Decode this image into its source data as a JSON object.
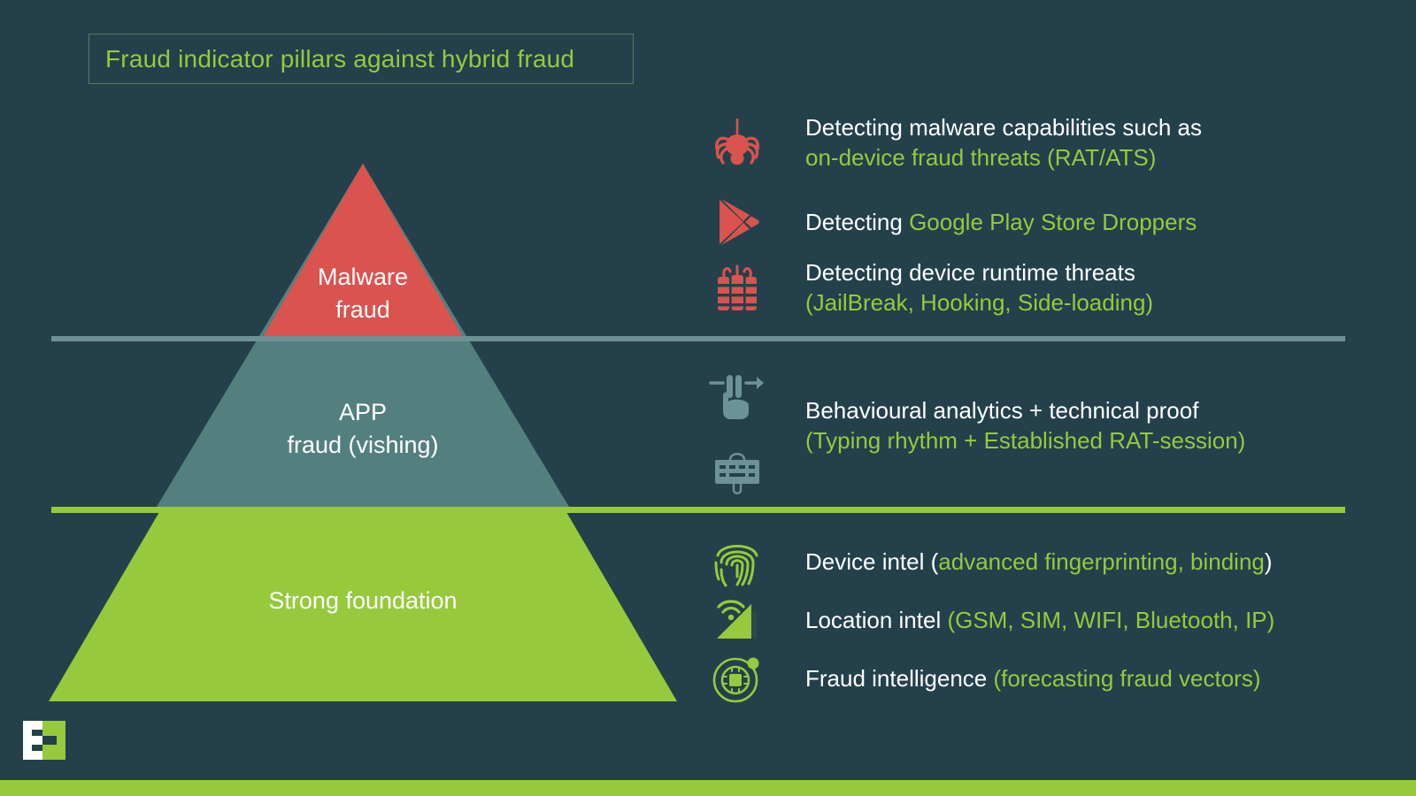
{
  "slide": {
    "title": "Fraud indicator pillars against hybrid fraud",
    "background_color": "#24404b",
    "accent_green": "#97c93d",
    "malware_red": "#d9534f",
    "app_teal": "#53807f"
  },
  "pyramid": {
    "tiers": [
      {
        "id": "malware",
        "label_line1": "Malware",
        "label_line2": "fraud",
        "color": "#d9534f"
      },
      {
        "id": "app",
        "label_line1": "APP",
        "label_line2": "fraud (vishing)",
        "color": "#53807f"
      },
      {
        "id": "foundation",
        "label_line1": "Strong foundation",
        "label_line2": "",
        "color": "#97c93d"
      }
    ]
  },
  "bullets": {
    "malware": [
      {
        "icon": "spider-icon",
        "line1_white": "Detecting malware capabilities such as",
        "line2_green": "on-device fraud threats (RAT/ATS)"
      },
      {
        "icon": "google-play-icon",
        "prefix_white": "Detecting ",
        "highlight_green": "Google Play Store Droppers"
      },
      {
        "icon": "dynamite-icon",
        "line1_white": "Detecting device runtime threats",
        "line2_green": "(JailBreak, Hooking, Side-loading)"
      }
    ],
    "app": {
      "icons": [
        "swipe-gesture-icon",
        "keyboard-icon"
      ],
      "line1_white": "Behavioural analytics + technical proof",
      "line2_green": "(Typing rhythm + Established RAT-session)"
    },
    "foundation": [
      {
        "icon": "fingerprint-icon",
        "prefix_white": "Device intel (",
        "highlight_green": "advanced fingerprinting, binding",
        "suffix_white": ")"
      },
      {
        "icon": "signal-wifi-icon",
        "prefix_white": "Location intel ",
        "highlight_green": "(GSM, SIM, WIFI, Bluetooth, IP)",
        "suffix_white": ""
      },
      {
        "icon": "radar-orbit-icon",
        "prefix_white": "Fraud intelligence ",
        "highlight_green": "(forecasting fraud vectors)",
        "suffix_white": ""
      }
    ]
  },
  "logo": {
    "name": "company-logo"
  }
}
